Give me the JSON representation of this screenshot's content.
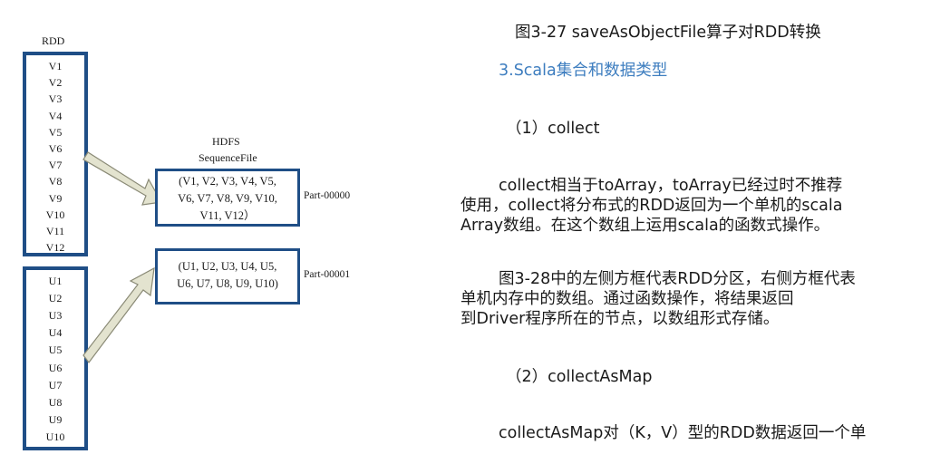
{
  "figure": {
    "rdd_label": "RDD",
    "partition1_items": [
      "V1",
      "V2",
      "V3",
      "V4",
      "V5",
      "V6",
      "V7",
      "V8",
      "V9",
      "V10",
      "V11",
      "V12"
    ],
    "partition2_items": [
      "U1",
      "U2",
      "U3",
      "U4",
      "U5",
      "U6",
      "U7",
      "U8",
      "U9",
      "U10"
    ],
    "hdfs_label": "HDFS",
    "sequencefile_label": "SequenceFile",
    "part1_lines": [
      "(V1, V2, V3, V4, V5,",
      "V6, V7, V8, V9, V10,",
      "V11, V12）"
    ],
    "part2_lines": [
      "(U1, U2, U3, U4, U5,",
      "U6, U7, U8, U9, U10)"
    ],
    "part1_name": "Part-00000",
    "part2_name": "Part-00001",
    "colors": {
      "box_border": "#1f4e86",
      "arrow_fill": "#e3e3cf",
      "arrow_stroke": "#8a8a76"
    }
  },
  "doc": {
    "caption": "图3-27  saveAsObjectFile算子对RDD转换",
    "section_heading": "3.Scala集合和数据类型",
    "sub1_heading": "（1）collect",
    "para1_lines": [
      "collect相当于toArray，toArray已经过时不推荐",
      "使用，collect将分布式的RDD返回为一个单机的scala",
      "Array数组。在这个数组上运用scala的函数式操作。"
    ],
    "para2_lines": [
      "图3-28中的左侧方框代表RDD分区，右侧方框代表",
      "单机内存中的数组。通过函数操作，将结果返回",
      "到Driver程序所在的节点，以数组形式存储。"
    ],
    "sub2_heading": "（2）collectAsMap",
    "para3_lines": [
      "collectAsMap对（K，V）型的RDD数据返回一个单"
    ],
    "colors": {
      "heading_blue": "#3d7dbf",
      "text": "#1a1a1a"
    }
  }
}
